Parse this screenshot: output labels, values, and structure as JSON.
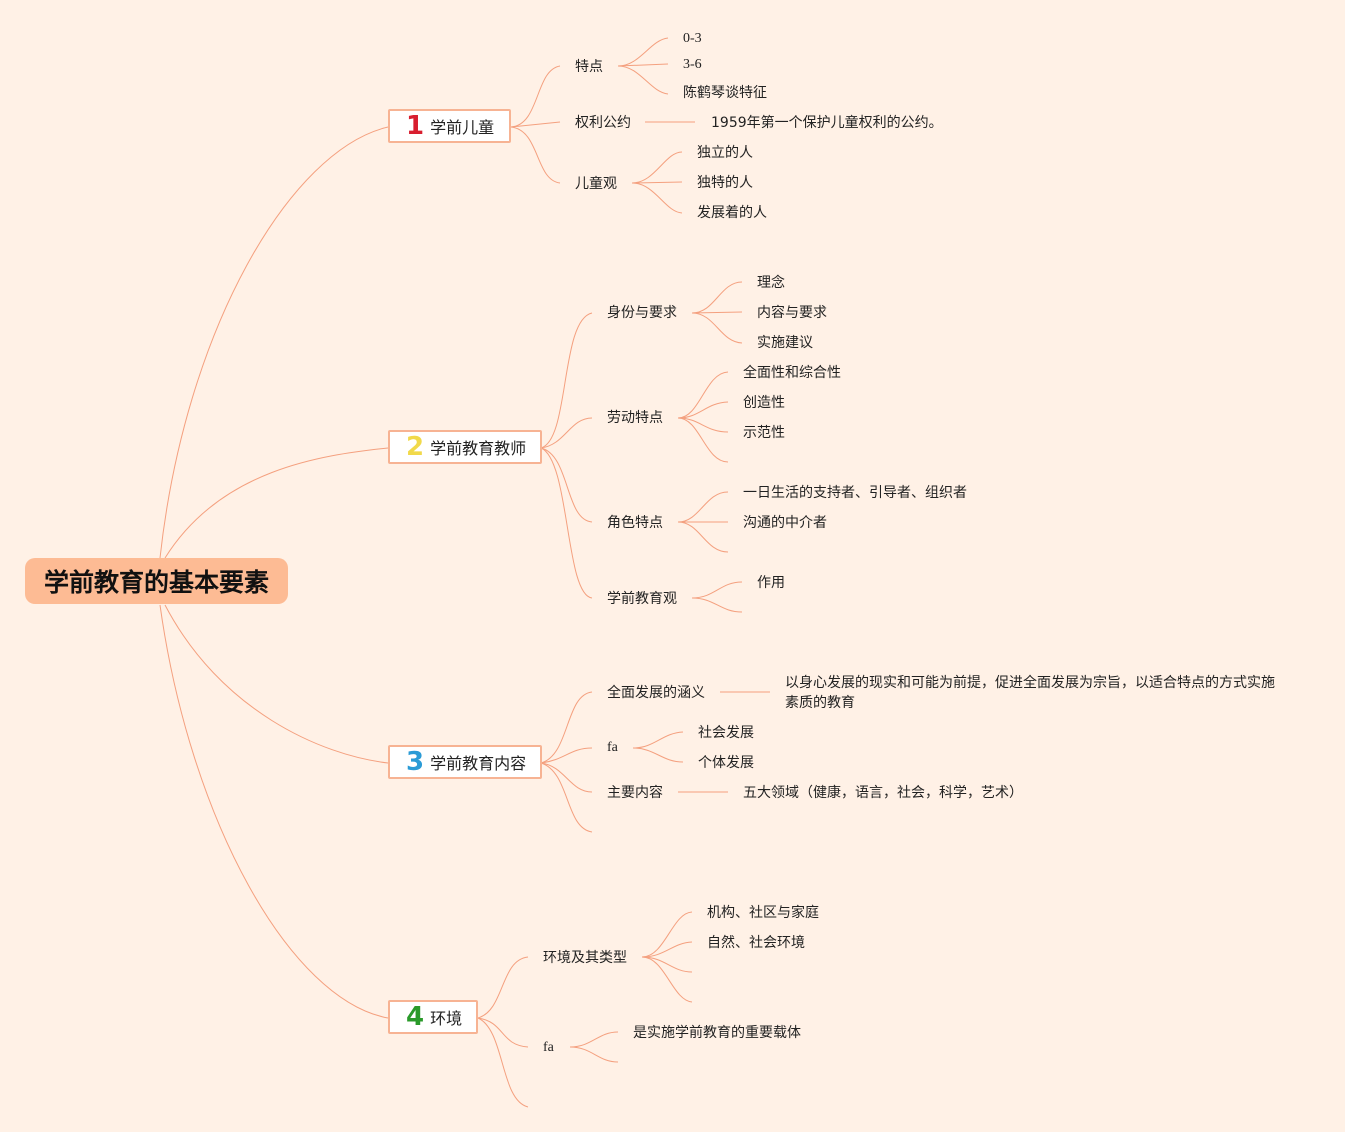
{
  "root": "学前教育的基本要素",
  "colors": {
    "background": "#fff1e6",
    "line": "#f4a07f",
    "root_fill": "#fdbb94",
    "branch_border": "#f7b393",
    "num1": "#d81e2f",
    "num2": "#f1d94a",
    "num3": "#2a9bd6",
    "num4": "#2a9a2a"
  },
  "branches": [
    {
      "num": "1",
      "label": "学前儿童",
      "children": [
        {
          "label": "特点",
          "children": [
            "0-3",
            "3-6",
            "陈鹤琴谈特征"
          ]
        },
        {
          "label": "权利公约",
          "children": [
            "1959年第一个保护儿童权利的公约。"
          ]
        },
        {
          "label": "儿童观",
          "children": [
            "独立的人",
            "独特的人",
            "发展着的人"
          ]
        }
      ]
    },
    {
      "num": "2",
      "label": "学前教育教师",
      "children": [
        {
          "label": "身份与要求",
          "children": [
            "理念",
            "内容与要求",
            "实施建议"
          ]
        },
        {
          "label": "劳动特点",
          "children": [
            "全面性和综合性",
            "创造性",
            "示范性"
          ]
        },
        {
          "label": "角色特点",
          "children": [
            "一日生活的支持者、引导者、组织者",
            "沟通的中介者"
          ]
        },
        {
          "label": "学前教育观",
          "children": [
            "作用"
          ]
        }
      ]
    },
    {
      "num": "3",
      "label": "学前教育内容",
      "children": [
        {
          "label": "全面发展的涵义",
          "children": [
            "以身心发展的现实和可能为前提，促进全面发展为宗旨，以适合特点的方式实施",
            "素质的教育"
          ]
        },
        {
          "label": "fa",
          "children": [
            "社会发展",
            "个体发展"
          ]
        },
        {
          "label": "主要内容",
          "children": [
            "五大领域（健康，语言，社会，科学，艺术）"
          ]
        }
      ]
    },
    {
      "num": "4",
      "label": "环境",
      "children": [
        {
          "label": "环境及其类型",
          "children": [
            "机构、社区与家庭",
            "自然、社会环境"
          ]
        },
        {
          "label": "fa",
          "children": [
            "是实施学前教育的重要载体"
          ]
        }
      ]
    }
  ]
}
